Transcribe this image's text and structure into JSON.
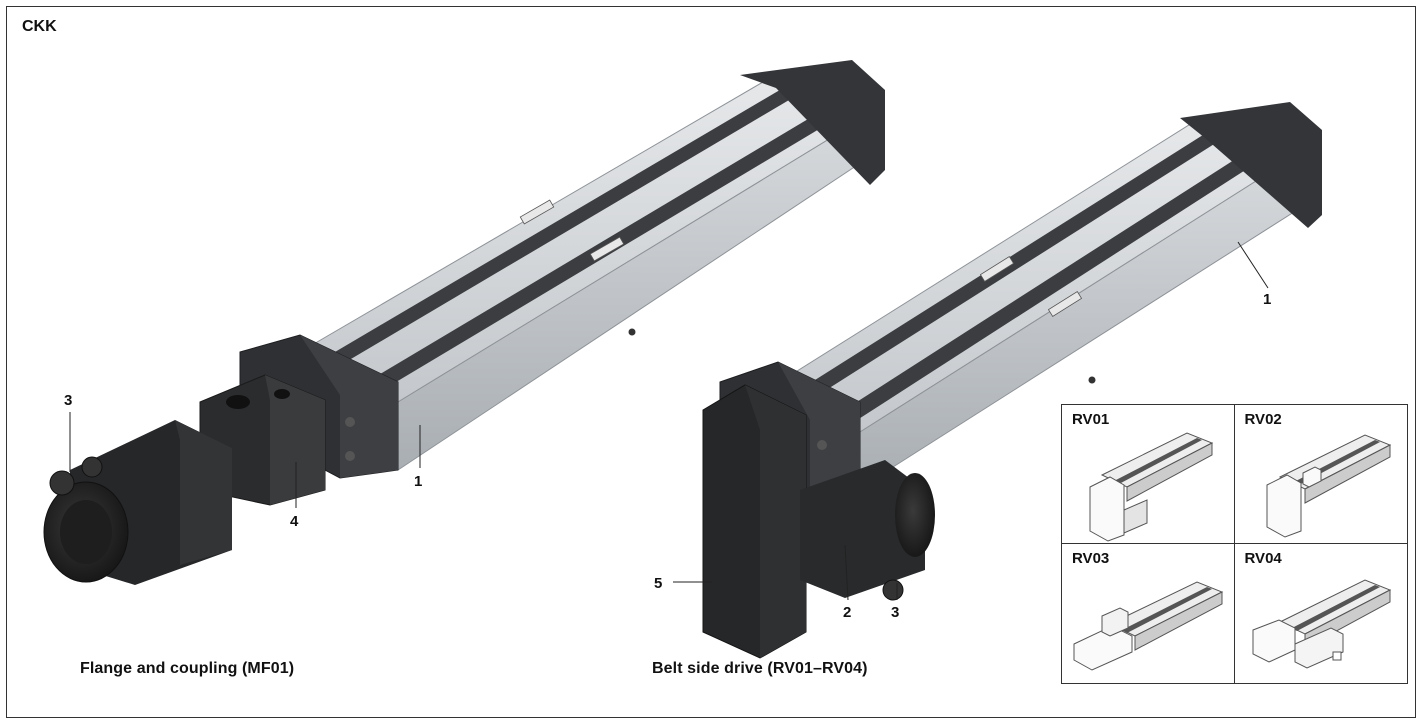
{
  "header": {
    "title": "CKK"
  },
  "callouts": {
    "left_1": "1",
    "left_3": "3",
    "left_4": "4",
    "right_1": "1",
    "right_2": "2",
    "right_3": "3",
    "right_5": "5"
  },
  "captions": {
    "left": "Flange and coupling (MF01)",
    "right": "Belt side drive (RV01–RV04)"
  },
  "variants": [
    {
      "label": "RV01"
    },
    {
      "label": "RV02"
    },
    {
      "label": "RV03"
    },
    {
      "label": "RV04"
    }
  ]
}
